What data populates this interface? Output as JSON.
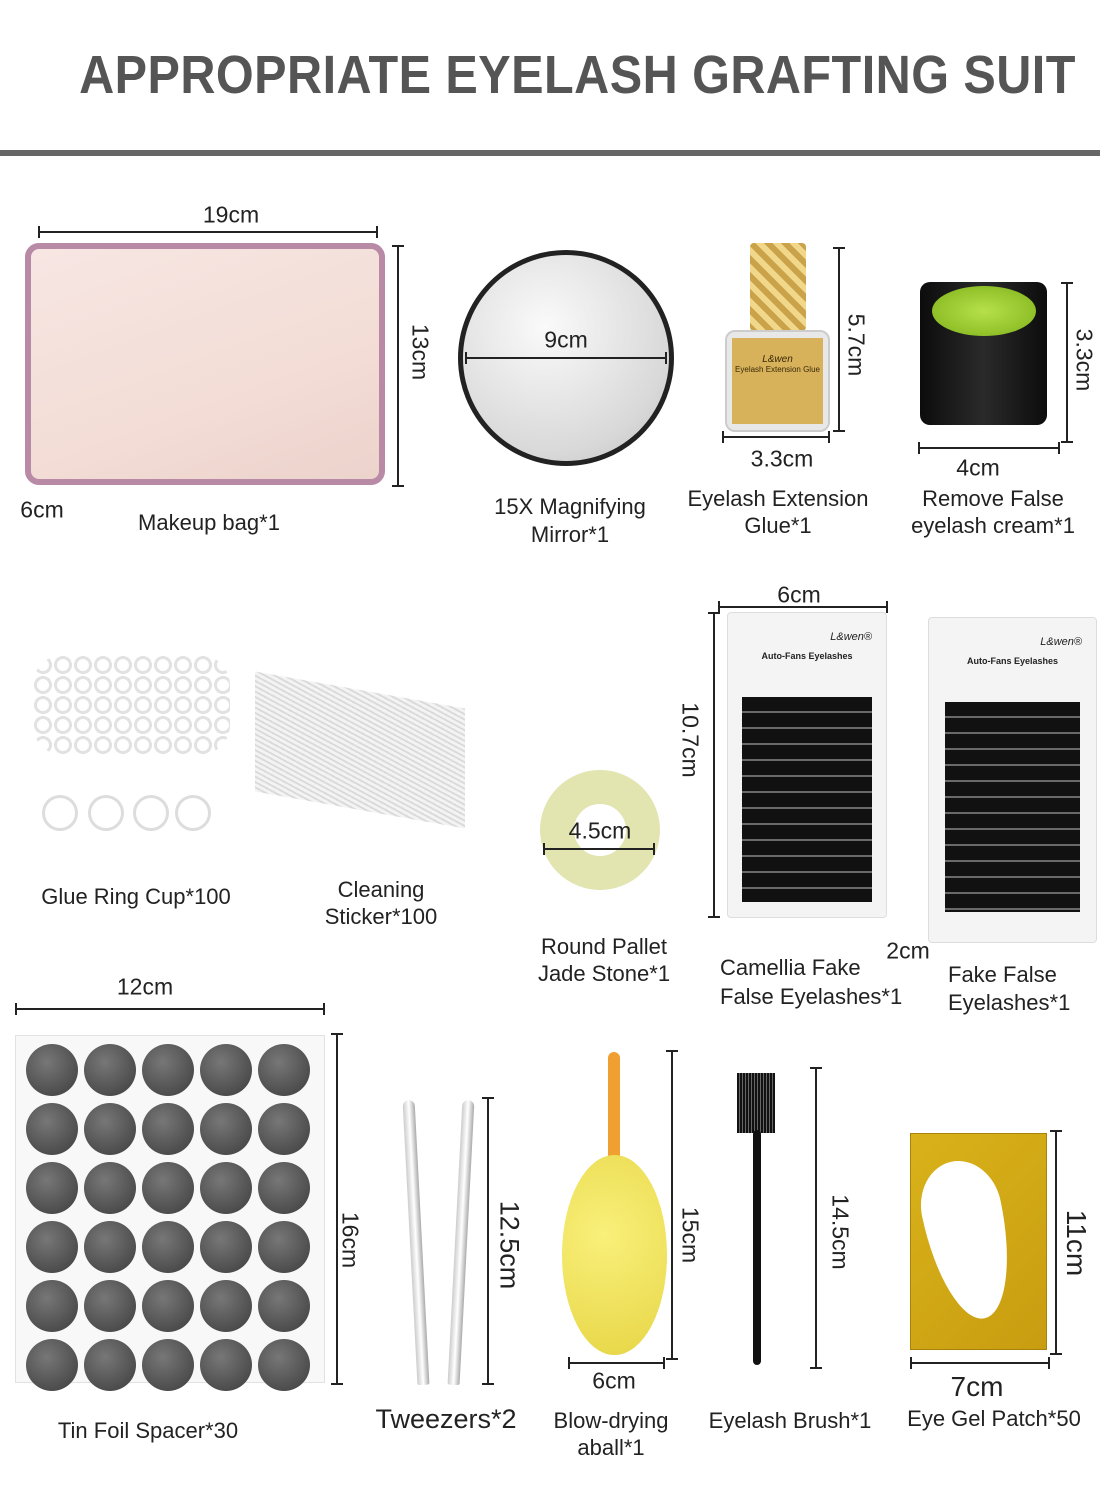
{
  "title": "APPROPRIATE EYELASH GRAFTING SUIT",
  "items": {
    "makeup_bag": {
      "label": "Makeup bag*1",
      "width": "19cm",
      "height": "13cm",
      "depth": "6cm"
    },
    "mirror": {
      "label_l1": "15X Magnifying",
      "label_l2": "Mirror*1",
      "diameter": "9cm"
    },
    "glue": {
      "label_l1": "Eyelash Extension",
      "label_l2": "Glue*1",
      "height": "5.7cm",
      "width": "3.3cm",
      "bottle_brand": "L&wen",
      "bottle_text": "Eyelash Extension Glue"
    },
    "cream": {
      "label_l1": "Remove False",
      "label_l2": "eyelash cream*1",
      "height": "3.3cm",
      "width": "4cm"
    },
    "glue_ring": {
      "label": "Glue Ring Cup*100"
    },
    "cleaning": {
      "label_l1": "Cleaning",
      "label_l2": "Sticker*100"
    },
    "jade": {
      "label_l1": "Round Pallet",
      "label_l2": "Jade Stone*1",
      "diameter": "4.5cm"
    },
    "camellia": {
      "label_l1": "Camellia Fake",
      "label_l2": "False Eyelashes*1",
      "width": "6cm",
      "height": "10.7cm",
      "depth": "2cm",
      "brand": "L&wen®",
      "box_title": "Auto-Fans Eyelashes"
    },
    "fake": {
      "label_l1": "Fake False",
      "label_l2": "Eyelashes*1",
      "brand": "L&wen®",
      "box_title": "Auto-Fans Eyelashes"
    },
    "tin_foil": {
      "label": "Tin Foil Spacer*30",
      "width": "12cm",
      "height": "16cm"
    },
    "tweezers": {
      "label": "Tweezers*2",
      "height": "12.5cm"
    },
    "blower": {
      "label_l1": "Blow-drying",
      "label_l2": "aball*1",
      "height": "15cm",
      "width": "6cm"
    },
    "brush": {
      "label": "Eyelash Brush*1",
      "height": "14.5cm"
    },
    "patch": {
      "label": "Eye Gel Patch*50",
      "height": "11cm",
      "width": "7cm"
    }
  }
}
